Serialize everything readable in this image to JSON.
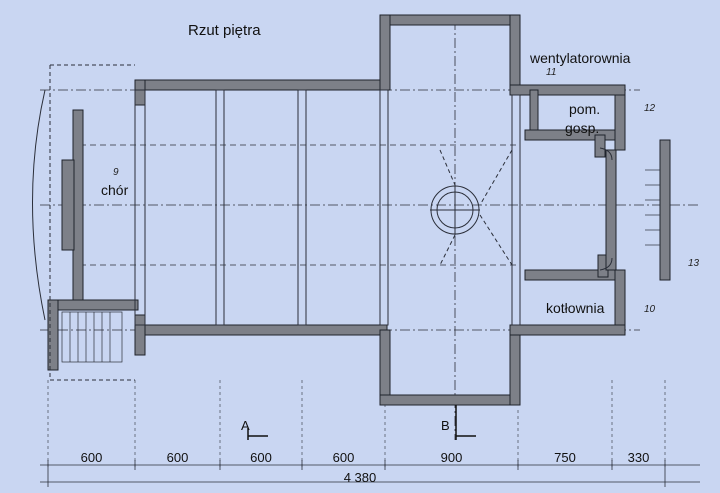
{
  "title": "Rzut piętra",
  "rooms": {
    "chor": {
      "name": "chór",
      "number": "9"
    },
    "wentylatorownia": {
      "name": "wentylatorownia",
      "number": "11"
    },
    "pom_gosp": {
      "name_line1": "pom.",
      "name_line2": "gosp.",
      "number": "12"
    },
    "kotlownia": {
      "name": "kotłownia",
      "number": "10"
    },
    "room13": {
      "number": "13"
    }
  },
  "section_marks": {
    "a": "A",
    "b": "B"
  },
  "dimensions": {
    "segments": [
      "600",
      "600",
      "600",
      "600",
      "900",
      "750",
      "330"
    ],
    "total": "4 380"
  },
  "colors": {
    "background": "#c9d6f2",
    "wall": "#7d8088",
    "line": "#2b2f3a"
  }
}
